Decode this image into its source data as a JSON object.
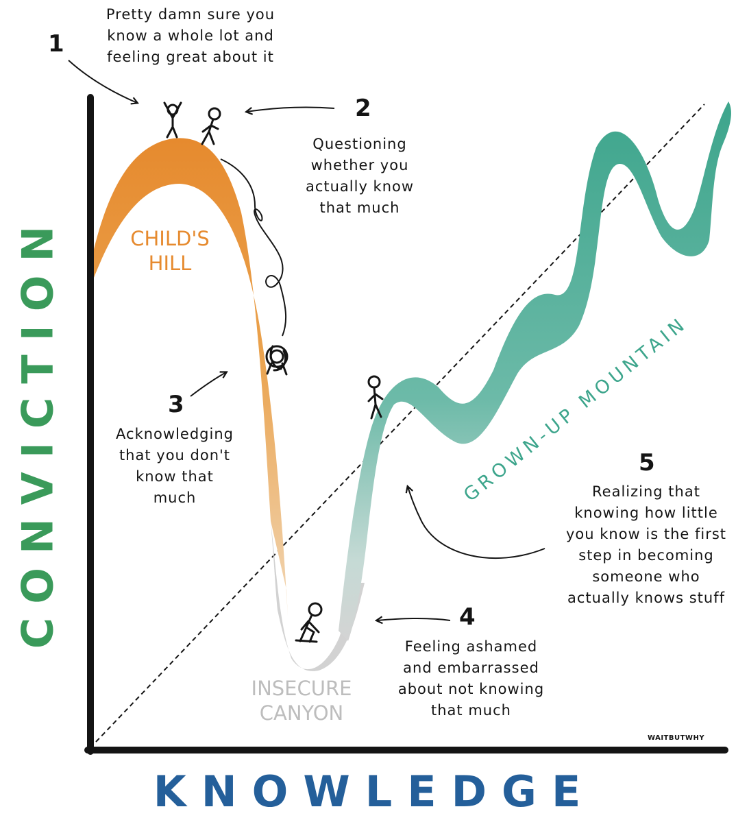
{
  "axes": {
    "y_label": "CONVICTION",
    "x_label": "KNOWLEDGE"
  },
  "regions": {
    "childs_hill": "CHILD'S\nHILL",
    "insecure_canyon": "INSECURE\nCANYON",
    "grown_up_mountain": "GROWN-UP MOUNTAIN"
  },
  "stages": [
    {
      "number": "1",
      "text": "Pretty damn sure you\nknow a whole lot and\nfeeling great about it"
    },
    {
      "number": "2",
      "text": "Questioning\nwhether you\nactually know\nthat much"
    },
    {
      "number": "3",
      "text": "Acknowledging\nthat you don't\nknow that\nmuch"
    },
    {
      "number": "4",
      "text": "Feeling ashamed\nand embarrassed\nabout not knowing\nthat much"
    },
    {
      "number": "5",
      "text": "Realizing that\nknowing how little\nyou know is the first\nstep in becoming\nsomeone who\nactually knows stuff"
    }
  ],
  "credit": "WAITBUTWHY",
  "colors": {
    "conviction_green": "#3a9a5a",
    "knowledge_blue": "#245f9a",
    "hill_orange": "#e68a2e",
    "canyon_gray": "#cfcfcf",
    "mountain_teal": "#3da58c",
    "ink": "#141414"
  },
  "icons": [
    "stick-figure-icon"
  ]
}
